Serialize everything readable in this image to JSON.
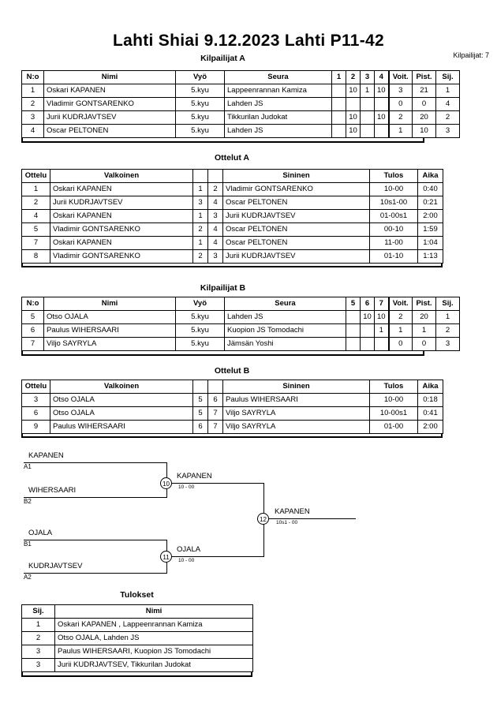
{
  "header": {
    "title": "Lahti Shiai  9.12.2023  Lahti   P11-42",
    "entrants_label": "Kilpailijat: 7"
  },
  "sections": {
    "pool_a_caption": "Kilpailijat A",
    "matches_a_caption": "Ottelut A",
    "pool_b_caption": "Kilpailijat B",
    "matches_b_caption": "Ottelut B",
    "results_caption": "Tulokset"
  },
  "pool_a": {
    "headers": [
      "N:o",
      "Nimi",
      "Vyö",
      "Seura",
      "1",
      "2",
      "3",
      "4",
      "Voit.",
      "Pist.",
      "Sij."
    ],
    "rows": [
      {
        "no": "1",
        "name": "Oskari KAPANEN",
        "belt": "5.kyu",
        "club": "Lappeenrannan Kamiza",
        "m": [
          "",
          "10",
          "1",
          "10"
        ],
        "wins": "3",
        "points": "21",
        "rank": "1"
      },
      {
        "no": "2",
        "name": "Vladimir GONTSARENKO",
        "belt": "5.kyu",
        "club": "Lahden JS",
        "m": [
          "",
          "",
          "",
          ""
        ],
        "wins": "0",
        "points": "0",
        "rank": "4"
      },
      {
        "no": "3",
        "name": "Jurii KUDRJAVTSEV",
        "belt": "5.kyu",
        "club": "Tikkurilan Judokat",
        "m": [
          "",
          "10",
          "",
          "10"
        ],
        "wins": "2",
        "points": "20",
        "rank": "2"
      },
      {
        "no": "4",
        "name": "Oscar PELTONEN",
        "belt": "5.kyu",
        "club": "Lahden JS",
        "m": [
          "",
          "10",
          "",
          ""
        ],
        "wins": "1",
        "points": "10",
        "rank": "3"
      }
    ]
  },
  "matches_a": {
    "headers": [
      "Ottelu",
      "Valkoinen",
      "",
      "",
      "Sininen",
      "Tulos",
      "Aika"
    ],
    "rows": [
      {
        "no": "1",
        "white": "Oskari KAPANEN",
        "wn": "1",
        "bn": "2",
        "blue": "Vladimir GONTSARENKO",
        "result": "10-00",
        "time": "0:40"
      },
      {
        "no": "2",
        "white": "Jurii KUDRJAVTSEV",
        "wn": "3",
        "bn": "4",
        "blue": "Oscar PELTONEN",
        "result": "10s1-00",
        "time": "0:21"
      },
      {
        "no": "4",
        "white": "Oskari KAPANEN",
        "wn": "1",
        "bn": "3",
        "blue": "Jurii KUDRJAVTSEV",
        "result": "01-00s1",
        "time": "2:00"
      },
      {
        "no": "5",
        "white": "Vladimir GONTSARENKO",
        "wn": "2",
        "bn": "4",
        "blue": "Oscar PELTONEN",
        "result": "00-10",
        "time": "1:59"
      },
      {
        "no": "7",
        "white": "Oskari KAPANEN",
        "wn": "1",
        "bn": "4",
        "blue": "Oscar PELTONEN",
        "result": "11-00",
        "time": "1:04"
      },
      {
        "no": "8",
        "white": "Vladimir GONTSARENKO",
        "wn": "2",
        "bn": "3",
        "blue": "Jurii KUDRJAVTSEV",
        "result": "01-10",
        "time": "1:13"
      }
    ]
  },
  "pool_b": {
    "headers": [
      "N:o",
      "Nimi",
      "Vyö",
      "Seura",
      "5",
      "6",
      "7",
      "Voit.",
      "Pist.",
      "Sij."
    ],
    "rows": [
      {
        "no": "5",
        "name": "Otso OJALA",
        "belt": "5.kyu",
        "club": "Lahden JS",
        "m": [
          "",
          "10",
          "10"
        ],
        "wins": "2",
        "points": "20",
        "rank": "1"
      },
      {
        "no": "6",
        "name": "Paulus WIHERSAARI",
        "belt": "5.kyu",
        "club": "Kuopion JS Tomodachi",
        "m": [
          "",
          "",
          "1"
        ],
        "wins": "1",
        "points": "1",
        "rank": "2"
      },
      {
        "no": "7",
        "name": "Viljo SAYRYLA",
        "belt": "5.kyu",
        "club": "Jämsän Yoshi",
        "m": [
          "",
          "",
          ""
        ],
        "wins": "0",
        "points": "0",
        "rank": "3"
      }
    ]
  },
  "matches_b": {
    "headers": [
      "Ottelu",
      "Valkoinen",
      "",
      "",
      "Sininen",
      "Tulos",
      "Aika"
    ],
    "rows": [
      {
        "no": "3",
        "white": "Otso OJALA",
        "wn": "5",
        "bn": "6",
        "blue": "Paulus WIHERSAARI",
        "result": "10-00",
        "time": "0:18"
      },
      {
        "no": "6",
        "white": "Otso OJALA",
        "wn": "5",
        "bn": "7",
        "blue": "Viljo SAYRYLA",
        "result": "10-00s1",
        "time": "0:41"
      },
      {
        "no": "9",
        "white": "Paulus WIHERSAARI",
        "wn": "6",
        "bn": "7",
        "blue": "Viljo SAYRYLA",
        "result": "01-00",
        "time": "2:00"
      }
    ]
  },
  "bracket": {
    "entries": [
      {
        "name": "KAPANEN",
        "seed": "A1"
      },
      {
        "name": "WIHERSAARI",
        "seed": "B2"
      },
      {
        "name": "OJALA",
        "seed": "B1"
      },
      {
        "name": "KUDRJAVTSEV",
        "seed": "A2"
      }
    ],
    "semi_top": {
      "match_no": "10",
      "winner": "KAPANEN",
      "score": "10 - 00"
    },
    "semi_bottom": {
      "match_no": "11",
      "winner": "OJALA",
      "score": "10 - 00"
    },
    "final": {
      "match_no": "12",
      "winner": "KAPANEN",
      "score": "10s1 - 00"
    }
  },
  "results": {
    "headers": [
      "Sij.",
      "Nimi"
    ],
    "rows": [
      {
        "rank": "1",
        "name": "Oskari KAPANEN , Lappeenrannan Kamiza"
      },
      {
        "rank": "2",
        "name": "Otso OJALA, Lahden JS"
      },
      {
        "rank": "3",
        "name": "Paulus WIHERSAARI, Kuopion JS Tomodachi"
      },
      {
        "rank": "3",
        "name": "Jurii KUDRJAVTSEV, Tikkurilan Judokat"
      }
    ]
  }
}
